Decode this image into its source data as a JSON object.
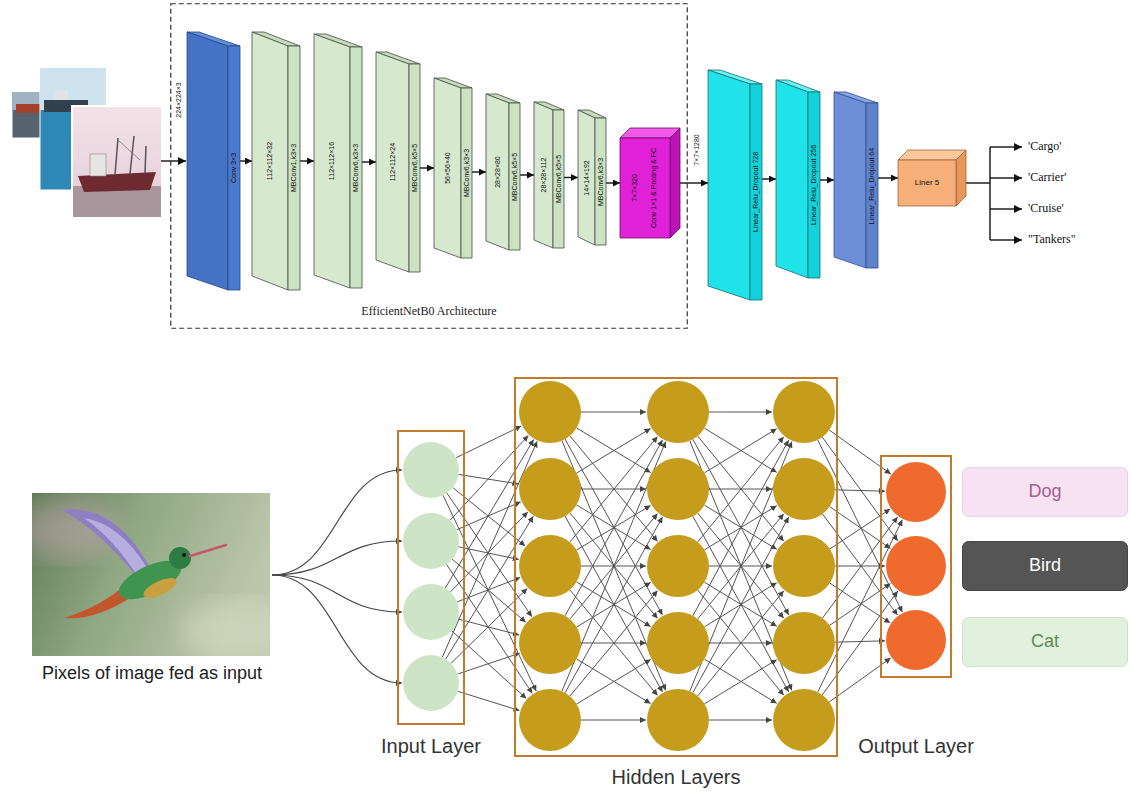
{
  "diagram": {
    "nodes": [
      {
        "text": [
          "EfficientNetB0 Architecture"
        ]
      },
      {
        "text": [
          "Conv 3×3"
        ],
        "in": 0
      },
      {
        "text": [
          "112×112×32",
          "MBConv1,k3×3"
        ],
        "in": 0
      },
      {
        "text": [
          "112×112×16",
          "MBConv6,k3×3"
        ],
        "in": 0
      },
      {
        "text": [
          "112×112×24",
          "MBConv6,k5×5"
        ],
        "in": 0
      },
      {
        "text": [
          "56×56×40",
          "MBConv6,k3×3"
        ],
        "in": 0
      },
      {
        "text": [
          "28×28×80",
          "MBConv6,k5×5"
        ],
        "in": 0
      },
      {
        "text": [
          "28×28×112",
          "MBConv6,k5×5"
        ],
        "in": 0
      },
      {
        "text": [
          "14×14×192",
          "MBConv6,k3×3"
        ],
        "in": 0
      },
      {
        "text": [
          "7×7×320",
          "Conv 1×1 & Pooling & FC"
        ],
        "in": 0
      },
      {
        "text": [
          "Linear_Relu_Dropout 728"
        ]
      },
      {
        "text": [
          "Linear_Relu_Dropout 256"
        ]
      },
      {
        "text": [
          "Linear_Relu_Dropout 64"
        ]
      },
      {
        "text": [
          "Liner 5"
        ]
      },
      {
        "text": [
          "Input Layer"
        ]
      },
      {
        "text": [
          "Hidden Layers"
        ]
      },
      {
        "text": [
          "Output Layer"
        ]
      },
      {
        "text": [
          "Dog"
        ]
      },
      {
        "text": [
          "Bird"
        ]
      },
      {
        "text": [
          "Cat"
        ]
      }
    ],
    "edges": [
      {
        "from": 1,
        "to": 2,
        "arrow": "to"
      },
      {
        "from": 2,
        "to": 3,
        "arrow": "to"
      },
      {
        "from": 3,
        "to": 4,
        "arrow": "to"
      },
      {
        "from": 4,
        "to": 5,
        "arrow": "to"
      },
      {
        "from": 5,
        "to": 6,
        "arrow": "to"
      },
      {
        "from": 6,
        "to": 7,
        "arrow": "to"
      },
      {
        "from": 7,
        "to": 8,
        "arrow": "to"
      },
      {
        "from": 8,
        "to": 9,
        "arrow": "to"
      },
      {
        "from": 9,
        "to": 10,
        "arrow": "to"
      },
      {
        "from": 10,
        "to": 11,
        "arrow": "to"
      },
      {
        "from": 11,
        "to": 12,
        "arrow": "to"
      },
      {
        "from": 12,
        "to": 13,
        "arrow": "to"
      }
    ],
    "labels": [
      "224×224×3",
      "7×7×1280",
      "'Cargo'",
      "'Carrier'",
      "'Cruise'",
      "\"Tankers\"",
      "Pixels of image fed as input"
    ]
  }
}
